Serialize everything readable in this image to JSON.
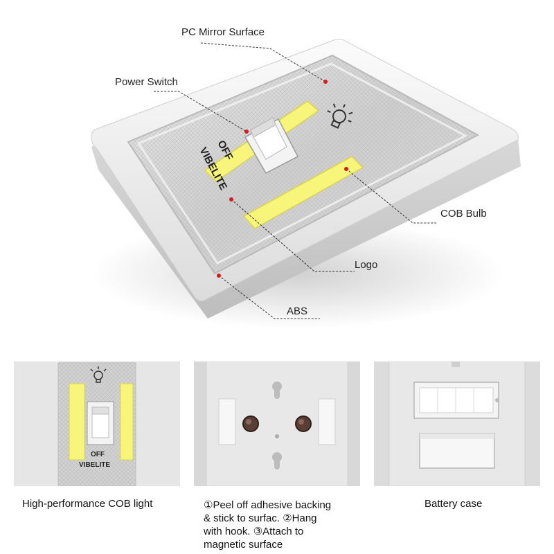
{
  "product": {
    "switch_label": "OFF",
    "brand_logo": "VIBELITE",
    "icon": "lightbulb-icon",
    "accent_yellow": "#f7f57a"
  },
  "callouts": {
    "pc_mirror_surface": "PC Mirror Surface",
    "power_switch": "Power Switch",
    "cob_bulb": "COB Bulb",
    "logo": "Logo",
    "abs": "ABS",
    "marker_color": "#e01818"
  },
  "panels": [
    {
      "caption": "High-performance COB light",
      "switch_label": "OFF",
      "brand_logo": "VIBELITE"
    },
    {
      "caption_lines": [
        "①Peel off adhesive backing",
        "& stick to surfac.   ②Hang",
        "with hook.    ③Attach to",
        "magnetic surface"
      ]
    },
    {
      "caption": "Battery case"
    }
  ]
}
